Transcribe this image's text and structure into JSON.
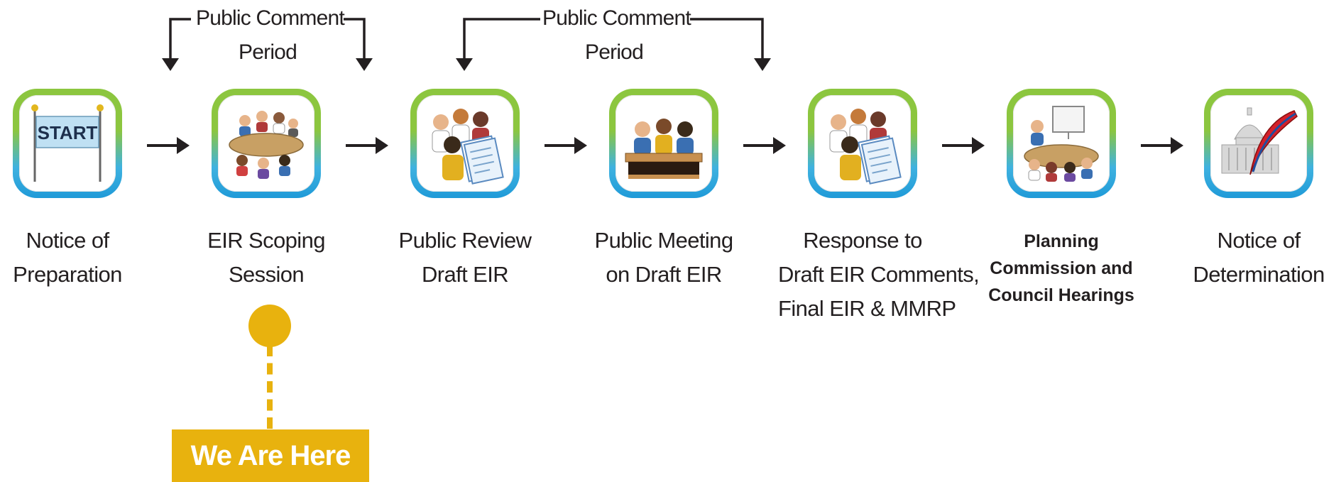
{
  "brackets": [
    {
      "line1": "Public Comment",
      "line2": "Period"
    },
    {
      "line1": "Public Comment",
      "line2": "Period"
    }
  ],
  "steps": [
    {
      "icon": "start-banner-icon",
      "banner": "START",
      "lines": [
        "Notice of",
        "Preparation"
      ]
    },
    {
      "icon": "round-table-meeting-icon",
      "lines": [
        "EIR Scoping",
        "Session"
      ]
    },
    {
      "icon": "people-with-document-icon",
      "lines": [
        "Public Review",
        "Draft EIR"
      ]
    },
    {
      "icon": "panel-at-desk-icon",
      "lines": [
        "Public Meeting",
        "on Draft EIR"
      ]
    },
    {
      "icon": "people-with-document-icon",
      "lines": [
        "Response to",
        "Draft EIR Comments,",
        "Final EIR & MMRP"
      ]
    },
    {
      "icon": "presentation-meeting-icon",
      "lines": [
        "Planning",
        "Commission and",
        "Council Hearings"
      ]
    },
    {
      "icon": "capitol-with-quill-icon",
      "lines": [
        "Notice of",
        "Determination"
      ]
    }
  ],
  "marker": {
    "label": "We Are Here"
  },
  "colors": {
    "green": "#8cc63f",
    "blue": "#1f9ad8",
    "marker": "#e8b20e"
  }
}
